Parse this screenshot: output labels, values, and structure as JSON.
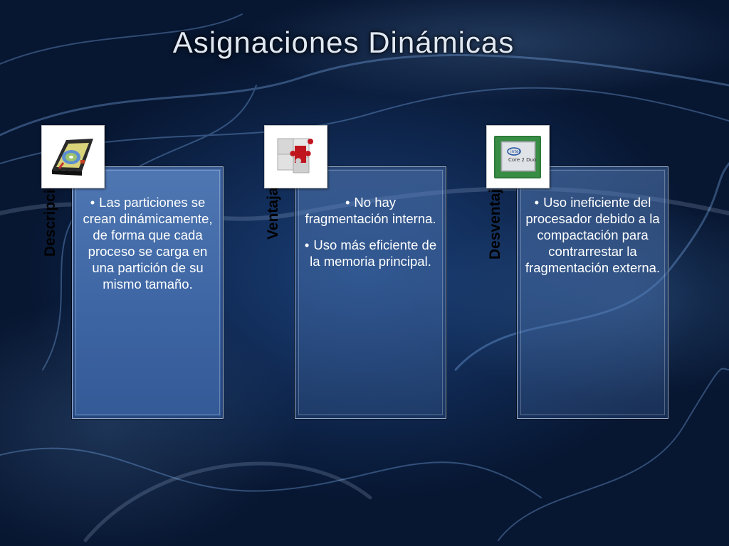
{
  "slide": {
    "title": "Asignaciones Dinámicas"
  },
  "columns": [
    {
      "label": "Descripción",
      "icon": "hard-drive-icon",
      "bullets": [
        "Las particiones se crean dinámicamente, de forma que cada proceso se carga en una partición de su mismo tamaño."
      ]
    },
    {
      "label": "Ventajas",
      "icon": "puzzle-icon",
      "bullets": [
        "No hay fragmentación interna.",
        "Uso más eficiente de la memoria principal."
      ]
    },
    {
      "label": "Desventajas",
      "icon": "cpu-chip-icon",
      "bullets": [
        "Uso ineficiente del procesador debido a la compactación para contrarrestar la fragmentación externa."
      ]
    }
  ],
  "bullet_symbol": "•",
  "colors": {
    "panel_blue": "#4a72ad",
    "title_text": "#dfe8f3",
    "label_text": "#000000"
  }
}
